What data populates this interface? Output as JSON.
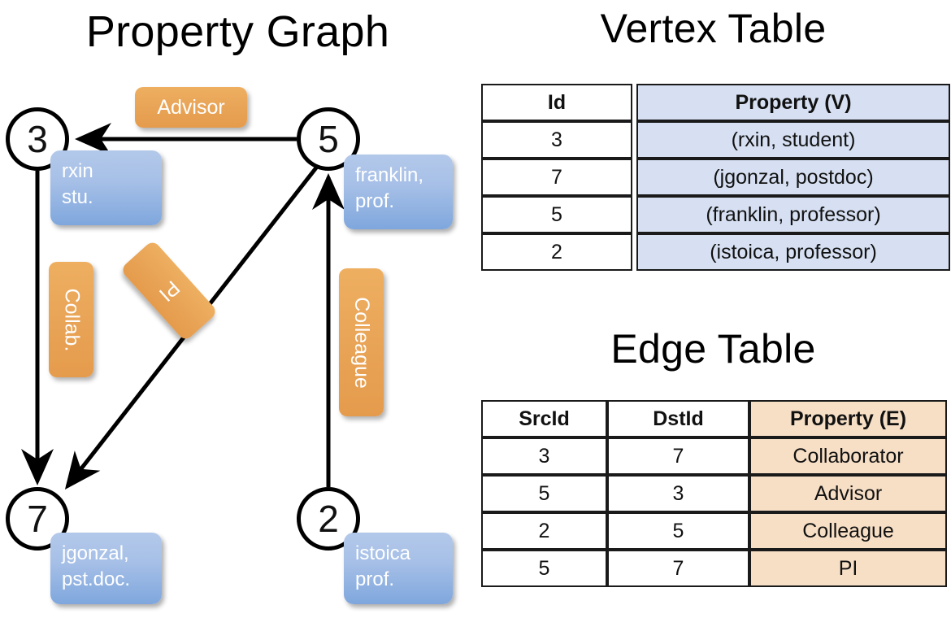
{
  "titles": {
    "property_graph": "Property Graph",
    "vertex_table": "Vertex Table",
    "edge_table": "Edge Table"
  },
  "graph": {
    "nodes": [
      {
        "id": "3",
        "property_line1": "rxin",
        "property_line2": "stu."
      },
      {
        "id": "5",
        "property_line1": "franklin,",
        "property_line2": "prof."
      },
      {
        "id": "7",
        "property_line1": "jgonzal,",
        "property_line2": "pst.doc."
      },
      {
        "id": "2",
        "property_line1": "istoica",
        "property_line2": "prof."
      }
    ],
    "edge_labels": {
      "advisor": "Advisor",
      "collab": "Collab.",
      "colleague": "Colleague",
      "pi": "PI"
    }
  },
  "vertex_table": {
    "headers": [
      "Id",
      "Property (V)"
    ],
    "rows": [
      [
        "3",
        "(rxin, student)"
      ],
      [
        "7",
        "(jgonzal, postdoc)"
      ],
      [
        "5",
        "(franklin, professor)"
      ],
      [
        "2",
        "(istoica, professor)"
      ]
    ]
  },
  "edge_table": {
    "headers": [
      "SrcId",
      "DstId",
      "Property (E)"
    ],
    "rows": [
      [
        "3",
        "7",
        "Collaborator"
      ],
      [
        "5",
        "3",
        "Advisor"
      ],
      [
        "2",
        "5",
        "Colleague"
      ],
      [
        "5",
        "7",
        "PI"
      ]
    ]
  },
  "colors": {
    "vertex_property_fill": "#d6e0f2",
    "edge_property_fill": "#f7dfc6",
    "node_box_blue": "#a7c0e7",
    "edge_label_orange": "#e9a558",
    "stroke": "#000000"
  }
}
